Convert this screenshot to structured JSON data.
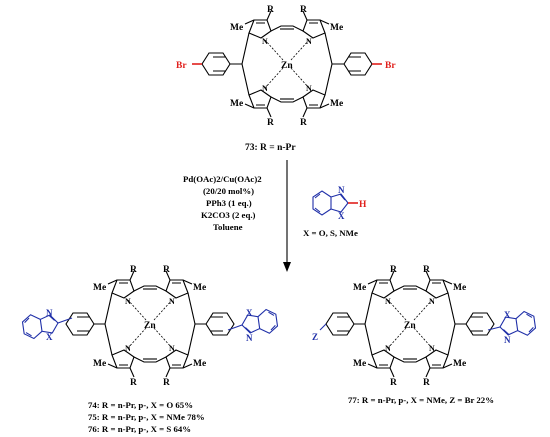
{
  "scheme": {
    "start_compound": {
      "label": "73: R = n-Pr",
      "substituent_r": "R",
      "methyl": "Me",
      "metal": "Zn",
      "nitrogen": "N",
      "bromine": "Br"
    },
    "conditions": {
      "line1": "Pd(OAc)2/Cu(OAc)2",
      "line2": "(20/20 mol%)",
      "line3": "PPh3 (1 eq.)",
      "line4": "K2CO3 (2 eq.)",
      "line5": "Toluene"
    },
    "reagent": {
      "atom_n": "N",
      "atom_x": "X",
      "atom_h": "H",
      "x_options": "X = O, S, NMe"
    },
    "product_left": {
      "entries": [
        "74: R = n-Pr, p-, X = O 65%",
        "75: R = n-Pr, p-, X = NMe 78%",
        "76: R = n-Pr, p-, X = S 64%"
      ]
    },
    "product_right": {
      "entry": "77: R = n-Pr, p-, X = NMe, Z = Br 22%",
      "atom_z": "Z"
    }
  },
  "colors": {
    "ink": "#000000",
    "highlight_red": "#e0201c",
    "highlight_blue": "#1f2fa8"
  }
}
